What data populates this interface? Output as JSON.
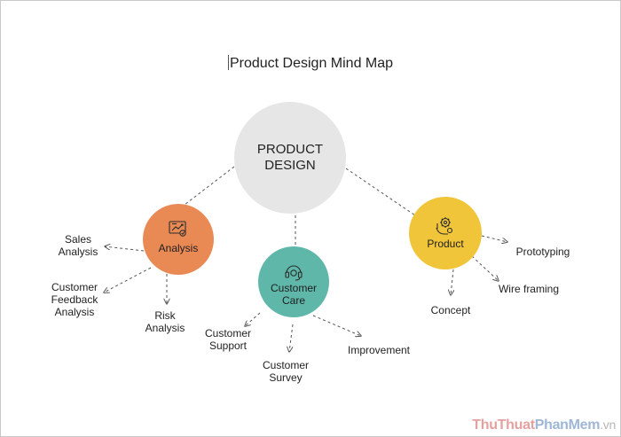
{
  "title": "Product Design Mind Map",
  "colors": {
    "center": "#e6e6e6",
    "analysis": "#e98a55",
    "customer_care": "#5fb7a9",
    "product": "#f1c53a",
    "connector": "#555555"
  },
  "center": {
    "label": "PRODUCT\nDESIGN"
  },
  "nodes": [
    {
      "id": "analysis",
      "label": "Analysis",
      "icon": "chart-icon",
      "children": [
        "Sales\nAnalysis",
        "Customer\nFeedback\nAnalysis",
        "Risk\nAnalysis"
      ]
    },
    {
      "id": "customer-care",
      "label": "Customer\nCare",
      "icon": "headset-icon",
      "children": [
        "Customer\nSupport",
        "Customer\nSurvey",
        "Improvement"
      ]
    },
    {
      "id": "product",
      "label": "Product",
      "icon": "gear-hand-icon",
      "children": [
        "Concept",
        "Wire framing",
        "Prototyping"
      ]
    }
  ],
  "watermark": {
    "part1": "ThuThuat",
    "part2": "PhanMem",
    "part3": ".vn"
  }
}
